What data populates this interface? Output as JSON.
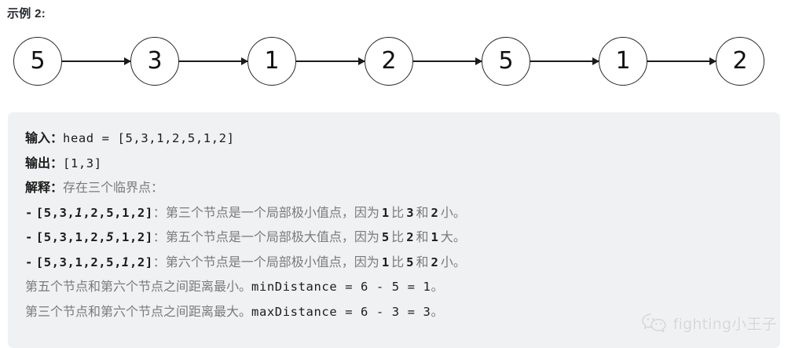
{
  "title": "示例 2:",
  "diagram": {
    "name": "linked-list-diagram",
    "nodes": [
      {
        "value": "5"
      },
      {
        "value": "3"
      },
      {
        "value": "1"
      },
      {
        "value": "2"
      },
      {
        "value": "5"
      },
      {
        "value": "1"
      },
      {
        "value": "2"
      }
    ]
  },
  "panel": {
    "input": {
      "label": "输入：",
      "code": "head = [5,3,1,2,5,1,2]"
    },
    "output": {
      "label": "输出：",
      "code": "[1,3]"
    },
    "explain": {
      "label": "解释：",
      "text": "存在三个临界点："
    },
    "bullets": [
      {
        "dash": "-",
        "code_prefix": "[5,3,",
        "code_emph": "1",
        "code_suffix": ",2,5,1,2]",
        "colon": "：",
        "text_a": "第三个节点是一个局部极小值点，因为",
        "num_a": "1",
        "text_b": "比",
        "num_b": "3",
        "text_c": "和",
        "num_c": "2",
        "text_d": "小。"
      },
      {
        "dash": "-",
        "code_prefix": "[5,3,1,2,",
        "code_emph": "5",
        "code_suffix": ",1,2]",
        "colon": "：",
        "text_a": "第五个节点是一个局部极大值点，因为",
        "num_a": "5",
        "text_b": "比",
        "num_b": "2",
        "text_c": "和",
        "num_c": "1",
        "text_d": "大。"
      },
      {
        "dash": "-",
        "code_prefix": "[5,3,1,2,5,",
        "code_emph": "1",
        "code_suffix": ",2]",
        "colon": "：",
        "text_a": "第六个节点是一个局部极小值点，因为",
        "num_a": "1",
        "text_b": "比",
        "num_b": "5",
        "text_c": "和",
        "num_c": "2",
        "text_d": "小。"
      }
    ],
    "summary": [
      {
        "text": "第五个节点和第六个节点之间距离最小。",
        "code": "minDistance = 6 - 5 = 1",
        "period": "。"
      },
      {
        "text": "第三个节点和第六个节点之间距离最大。",
        "code": "maxDistance = 6 - 3 = 3",
        "period": "。"
      }
    ]
  },
  "watermark": {
    "icon": "wechat-icon",
    "label": "fighting小王子"
  },
  "colors": {
    "panel_background": "#f0f1f2",
    "title_text": "#24292e",
    "code_text": "#1c1c1c",
    "explain_text": "#7a7a7a",
    "node_border": "#262626",
    "watermark_text": "#d2d4d6"
  }
}
